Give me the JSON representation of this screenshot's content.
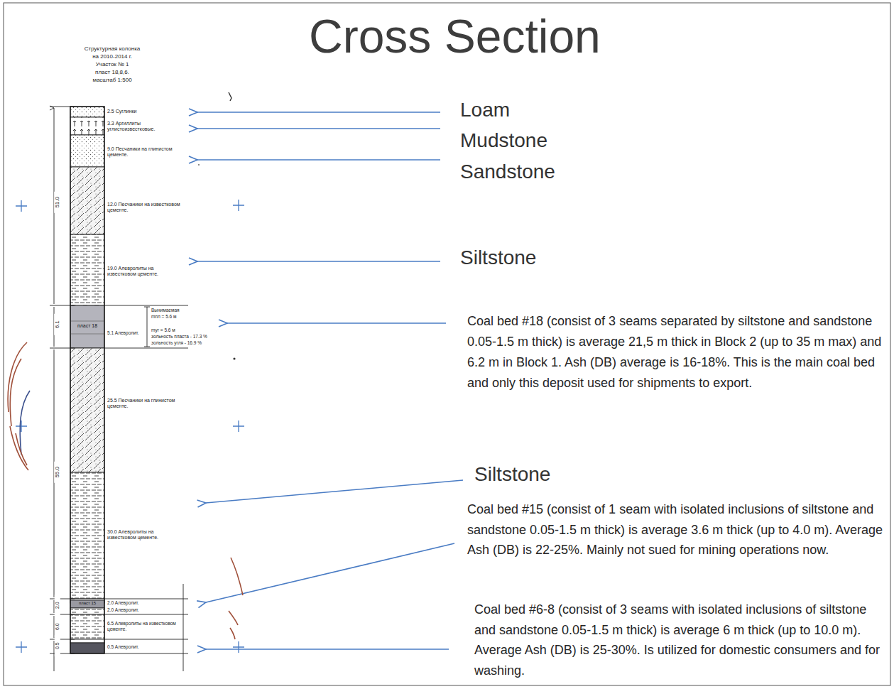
{
  "diagram": {
    "title": "Cross Section",
    "labels": [
      "Структурная колонка",
      "на 2010-2014 г.",
      "Участок № 1",
      "пласт 18,8,6.",
      "масштаб 1:500",
      "Loam",
      "Mudstone",
      "Sandstone",
      "Siltstone",
      "Coal bed #18 (consist of 3 seams separated by siltstone and sandstone 0.05-1.5 m thick) is average 21,5 m thick in Block 2 (up to 35 m max) and 6.2 m in Block 1. Ash (DB) average is 16-18%. This is the main coal bed and only this deposit used for shipments to export.",
      "Siltstone",
      "Coal bed #15 (consist of 1 seam with isolated inclusions of siltstone and sandstone 0.05-1.5 m thick) is average 3.6 m thick (up to 4.0 m). Average Ash (DB) is 22-25%. Mainly not sued for mining operations now.",
      "Coal bed #6-8 (consist of 3 seams with isolated inclusions of siltstone and sandstone 0.05-1.5 m thick) is average 6 m thick (up to 10.0 m). Average Ash (DB) is 25-30%. Is utilized for domestic consumers and for washing.",
      "2.5 Суглинки",
      "3.3 Аргиллиты углистоизвестковые.",
      "9.0 Песчаники на глинистом цементе.",
      "12.0 Песчаники на известковом цементе.",
      "19.0 Алевролиты на известковом цементе.",
      "пласт 18",
      "5.1 Алевролит.",
      "Вынимаемая",
      "mпл = 5.6 м",
      "mуг = 5.6 м",
      "зольность пласта - 17.3 %",
      "зольность угля - 16.9 %",
      "25.5 Песчаники на глинистом цементе.",
      "30.0 Алевролиты на известковом цементе.",
      "пласт 15",
      "2.0 Алевролит.",
      "2.0 Алевролит.",
      "6.5 Алевролиты на известковом цементе.",
      "0.5 Алевролит.",
      "51.0",
      "55.0",
      "6.1",
      "2.0",
      "6.0",
      "0.5"
    ]
  }
}
